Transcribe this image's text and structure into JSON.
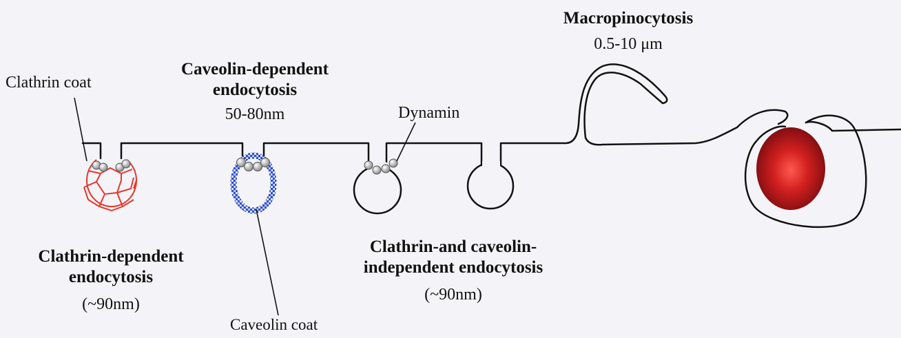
{
  "labels": {
    "clathrin_coat": "Clathrin coat",
    "caveolin_title_1": "Caveolin-dependent",
    "caveolin_title_2": "endocytosis",
    "caveolin_size": "50-80nm",
    "dynamin": "Dynamin",
    "macro_title": "Macropinocytosis",
    "macro_size": "0.5-10 μm",
    "clathrin_title_1": "Clathrin-dependent",
    "clathrin_title_2": "endocytosis",
    "clathrin_size": "(~90nm)",
    "independent_title_1": "Clathrin-and caveolin-",
    "independent_title_2": "independent endocytosis",
    "independent_size": "(~90nm)",
    "caveolin_coat": "Caveolin coat"
  },
  "colors": {
    "membrane": "#111111",
    "clathrin_lattice": "#e8352a",
    "caveolin_coat": "#2f4fc8",
    "dynamin_bead": "#bdbdbd",
    "macropinosome_cargo": "#c0141a"
  }
}
